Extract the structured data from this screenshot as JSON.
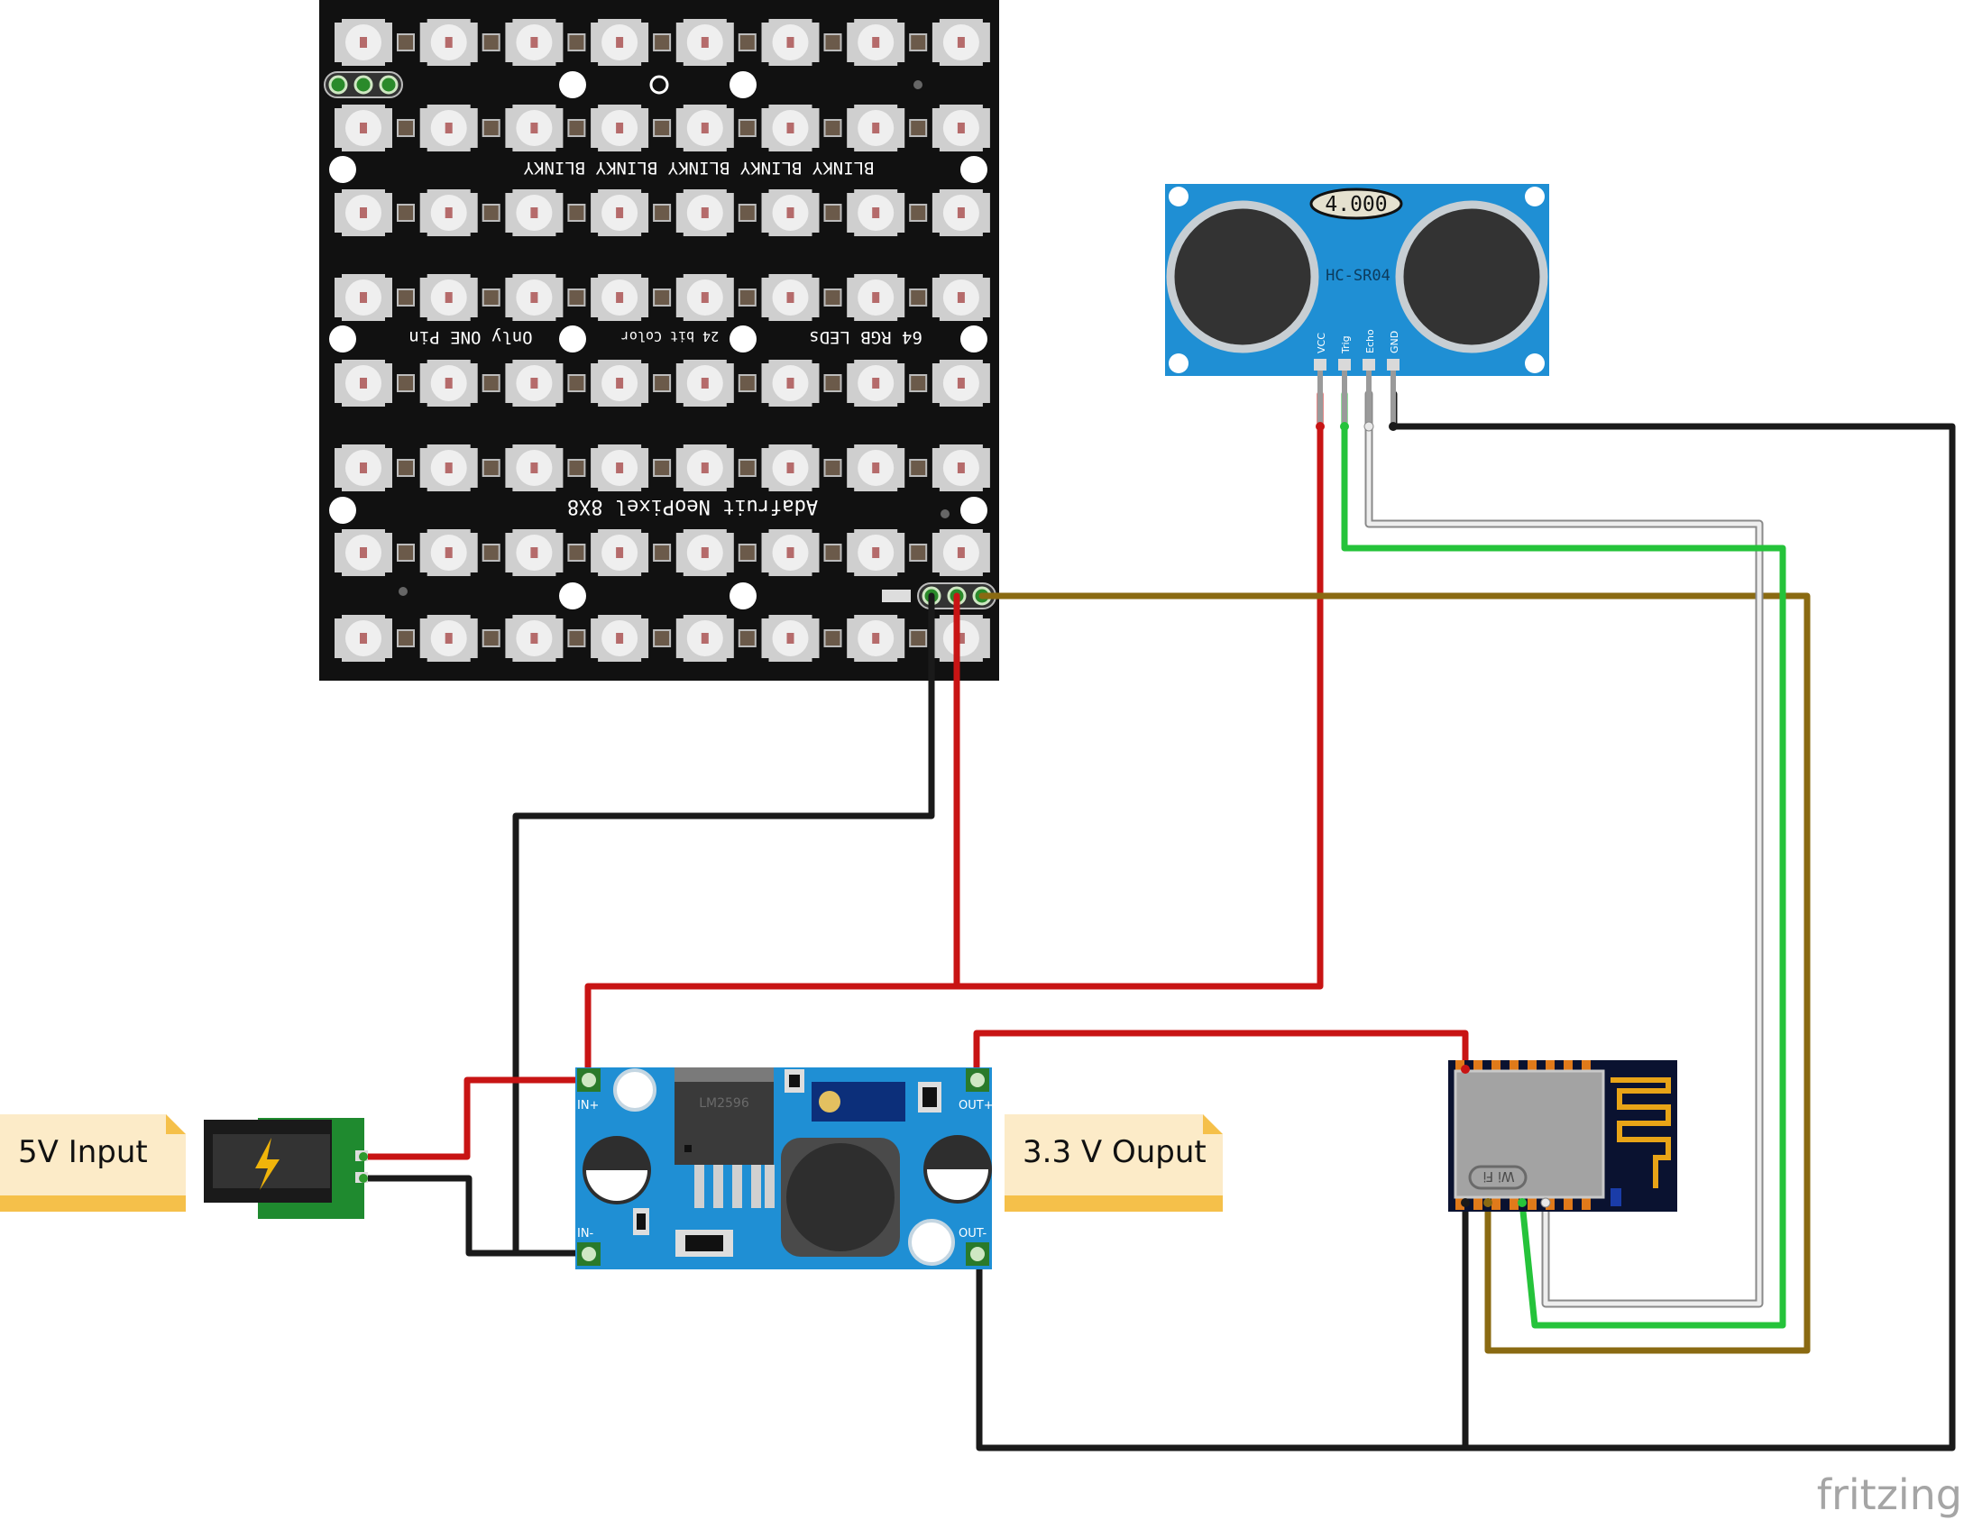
{
  "neopixel": {
    "title": "Adafruit NeoPixel 8X8",
    "feature_1": "64 RGB LEDs",
    "feature_2": "24 bit Color",
    "feature_3": "Only ONE Pin",
    "silk_row": "BLINKY BLINKY BLINKY BLINKY BLINKY"
  },
  "sensor": {
    "display": "4.000",
    "model": "HC-SR04",
    "pins": [
      "VCC",
      "Trig",
      "Echo",
      "GND"
    ]
  },
  "regulator": {
    "chip": "LM2596",
    "in_plus": "IN+",
    "in_minus": "IN-",
    "out_plus": "OUT+",
    "out_minus": "OUT-"
  },
  "wifi_module": {
    "label": "Wi Fi"
  },
  "notes": {
    "input": "5V Input",
    "output": "3.3 V Ouput"
  },
  "watermark": "fritzing",
  "colors": {
    "wire_red": "#c81414",
    "wire_black": "#1a1a1a",
    "wire_green": "#25c33a",
    "wire_white": "#e8e8e8",
    "wire_brown": "#8a6a12",
    "pcb_blue": "#1f8fd4",
    "neopixel_board": "#111111",
    "note_fill": "#fcebc8",
    "note_edge": "#f5c04a"
  }
}
